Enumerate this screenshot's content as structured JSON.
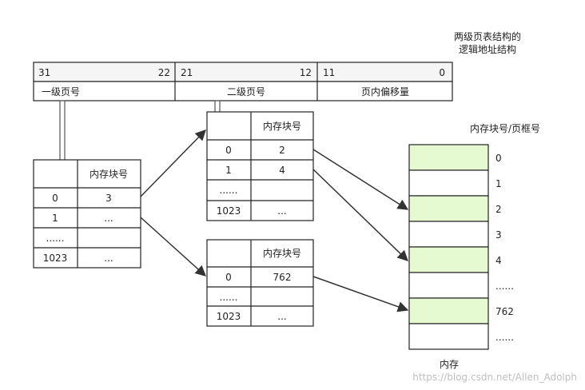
{
  "title_line1": "两级页表结构的",
  "title_line2": "逻辑地址结构",
  "address": {
    "fields": [
      {
        "hi": "31",
        "lo": "22",
        "name": "一级页号"
      },
      {
        "hi": "21",
        "lo": "12",
        "name": "二级页号"
      },
      {
        "hi": "11",
        "lo": "0",
        "name": "页内偏移量"
      }
    ]
  },
  "first_table": {
    "header": "内存块号",
    "rows": [
      {
        "idx": "0",
        "val": "3"
      },
      {
        "idx": "1",
        "val": "..."
      },
      {
        "idx": "......",
        "val": ""
      },
      {
        "idx": "1023",
        "val": "..."
      }
    ]
  },
  "second_table_a": {
    "header": "内存块号",
    "rows": [
      {
        "idx": "0",
        "val": "2"
      },
      {
        "idx": "1",
        "val": "4"
      },
      {
        "idx": "......",
        "val": ""
      },
      {
        "idx": "1023",
        "val": "..."
      }
    ]
  },
  "second_table_b": {
    "header": "内存块号",
    "rows": [
      {
        "idx": "0",
        "val": "762"
      },
      {
        "idx": "......",
        "val": ""
      },
      {
        "idx": "1023",
        "val": "..."
      }
    ]
  },
  "memory": {
    "header": "内存块号/页框号",
    "caption": "内存",
    "highlight_color": "#e6fad2",
    "blocks": [
      {
        "label": "0",
        "highlight": true
      },
      {
        "label": "1",
        "highlight": false
      },
      {
        "label": "2",
        "highlight": true
      },
      {
        "label": "3",
        "highlight": false
      },
      {
        "label": "4",
        "highlight": true
      },
      {
        "label": "......",
        "highlight": false
      },
      {
        "label": "762",
        "highlight": true
      },
      {
        "label": "......",
        "highlight": false
      }
    ]
  },
  "watermark": "https://blog.csdn.net/Allen_Adolph"
}
